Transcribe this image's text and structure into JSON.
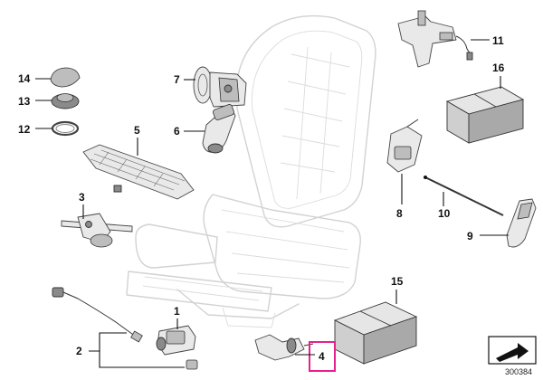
{
  "diagram": {
    "id_number": "300384",
    "highlight_color": "#e8208c",
    "callouts": [
      {
        "label": "14",
        "name": "callout-14"
      },
      {
        "label": "13",
        "name": "callout-13"
      },
      {
        "label": "12",
        "name": "callout-12"
      },
      {
        "label": "7",
        "name": "callout-7"
      },
      {
        "label": "6",
        "name": "callout-6"
      },
      {
        "label": "5",
        "name": "callout-5"
      },
      {
        "label": "3",
        "name": "callout-3"
      },
      {
        "label": "11",
        "name": "callout-11"
      },
      {
        "label": "16",
        "name": "callout-16"
      },
      {
        "label": "8",
        "name": "callout-8"
      },
      {
        "label": "10",
        "name": "callout-10"
      },
      {
        "label": "9",
        "name": "callout-9"
      },
      {
        "label": "15",
        "name": "callout-15"
      },
      {
        "label": "1",
        "name": "callout-1"
      },
      {
        "label": "2",
        "name": "callout-2"
      },
      {
        "label": "4",
        "name": "callout-4"
      }
    ]
  }
}
